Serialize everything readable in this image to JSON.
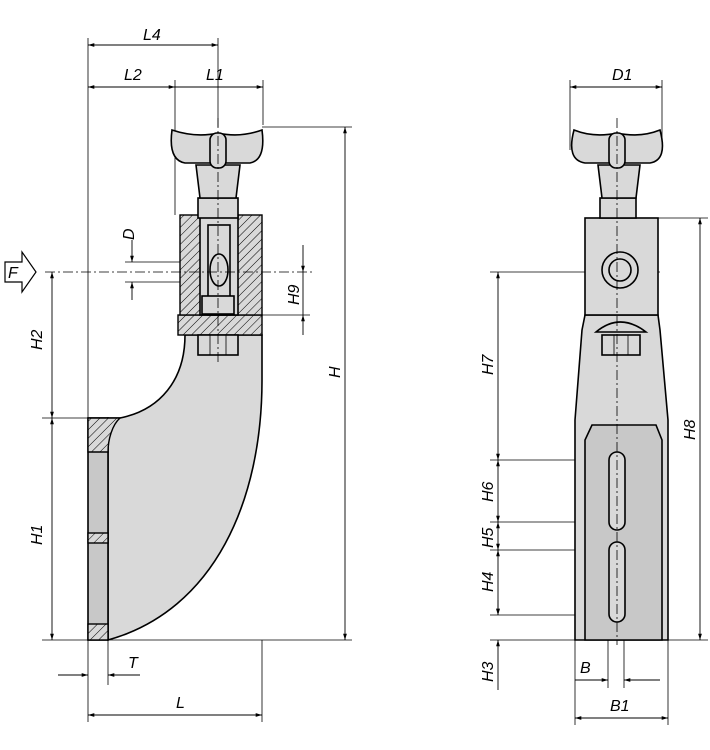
{
  "drawing": {
    "left_view": {
      "labels": {
        "L4": "L4",
        "L2": "L2",
        "L1": "L1",
        "D": "D",
        "F": "F",
        "H9": "H9",
        "H2": "H2",
        "H": "H",
        "H1": "H1",
        "T": "T",
        "L": "L"
      }
    },
    "right_view": {
      "labels": {
        "D1": "D1",
        "H7": "H7",
        "H8": "H8",
        "H6": "H6",
        "H5": "H5",
        "H4": "H4",
        "H3": "H3",
        "B": "B",
        "B1": "B1"
      }
    }
  }
}
